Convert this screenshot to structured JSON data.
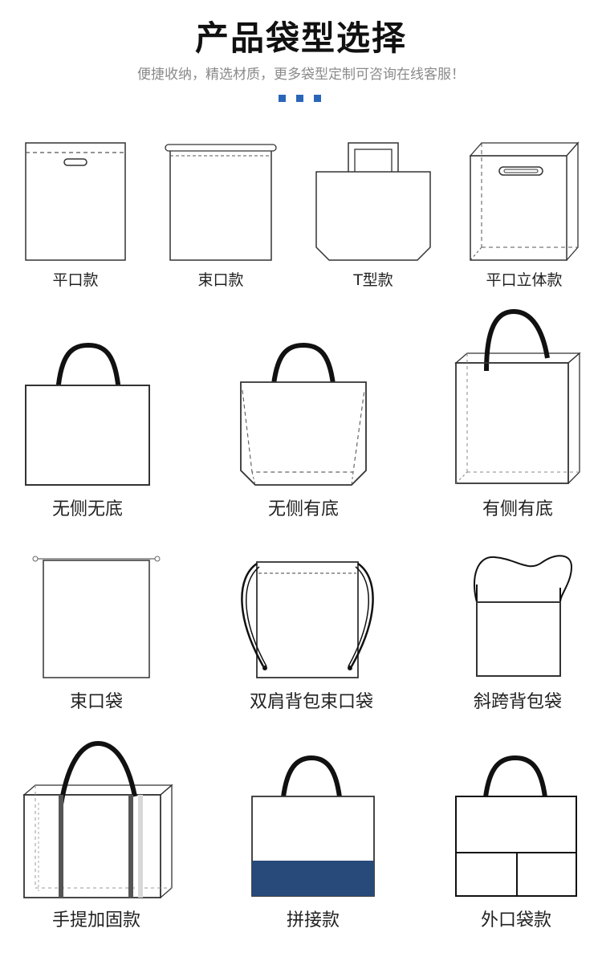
{
  "header": {
    "title": "产品袋型选择",
    "subtitle": "便捷收纳，精选材质，更多袋型定制可咨询在线客服！"
  },
  "colors": {
    "accent": "#2a66b8",
    "stripe": "#284a7a",
    "outline": "#333333",
    "handle": "#111111"
  },
  "bags": [
    {
      "label": "平口款",
      "icon": "flat-die-cut-bag-icon"
    },
    {
      "label": "束口款",
      "icon": "drawstring-flat-bag-icon"
    },
    {
      "label": "T型款",
      "icon": "t-shape-tote-icon"
    },
    {
      "label": "平口立体款",
      "icon": "flat-3d-box-bag-icon"
    },
    {
      "label": "无侧无底",
      "icon": "no-gusset-tote-icon"
    },
    {
      "label": "无侧有底",
      "icon": "bottom-gusset-tote-icon"
    },
    {
      "label": "有侧有底",
      "icon": "box-tote-icon"
    },
    {
      "label": "束口袋",
      "icon": "drawstring-pouch-icon"
    },
    {
      "label": "双肩背包束口袋",
      "icon": "drawstring-backpack-icon"
    },
    {
      "label": "斜跨背包袋",
      "icon": "crossbody-bag-icon"
    },
    {
      "label": "手提加固款",
      "icon": "reinforced-handle-bag-icon"
    },
    {
      "label": "拼接款",
      "icon": "two-tone-tote-icon"
    },
    {
      "label": "外口袋款",
      "icon": "front-pocket-tote-icon"
    }
  ]
}
